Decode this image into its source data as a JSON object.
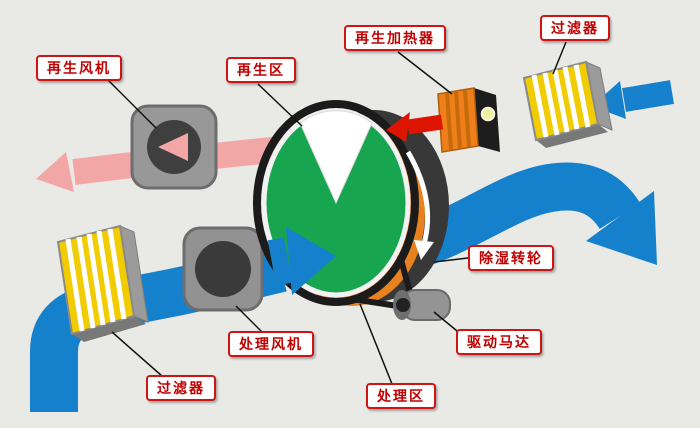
{
  "diagram": {
    "labels": {
      "regen_fan": "再生风机",
      "regen_zone": "再生区",
      "regen_heater": "再生加热器",
      "filter_top": "过滤器",
      "dehumid_wheel": "除湿转轮",
      "drive_motor": "驱动马达",
      "process_fan": "处理风机",
      "process_zone": "处理区",
      "filter_bottom": "过滤器"
    },
    "palette": {
      "background": "#e9e9e6",
      "process_air_blue": "#1581cd",
      "regen_air_pink": "#f2a6a6",
      "hot_air_red": "#dd1500",
      "wheel_green": "#18a54f",
      "wheel_orange": "#e8821e",
      "filter_yellow": "#f0cc00",
      "metal_gray": "#939393",
      "label_red": "#c00000"
    }
  }
}
